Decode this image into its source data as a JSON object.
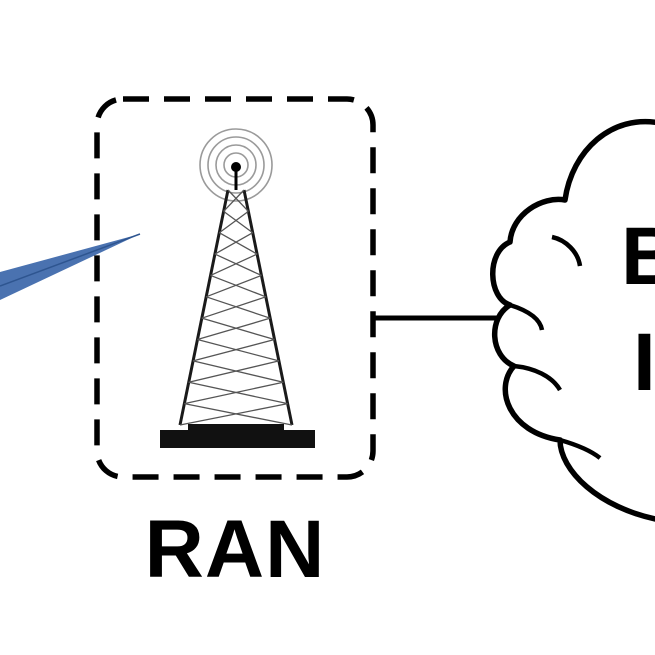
{
  "ran": {
    "label": "RAN"
  },
  "cloud": {
    "line1": "B",
    "line2": "I"
  },
  "icons": {
    "tower": "cell-tower-icon",
    "signal": "radio-signal-icon",
    "beam": "wireless-beam-icon",
    "cloud": "cloud-icon"
  },
  "colors": {
    "line": "#000000",
    "beam": "#4a72b0",
    "signal_rings": "#9a9a9a",
    "background": "#ffffff"
  }
}
